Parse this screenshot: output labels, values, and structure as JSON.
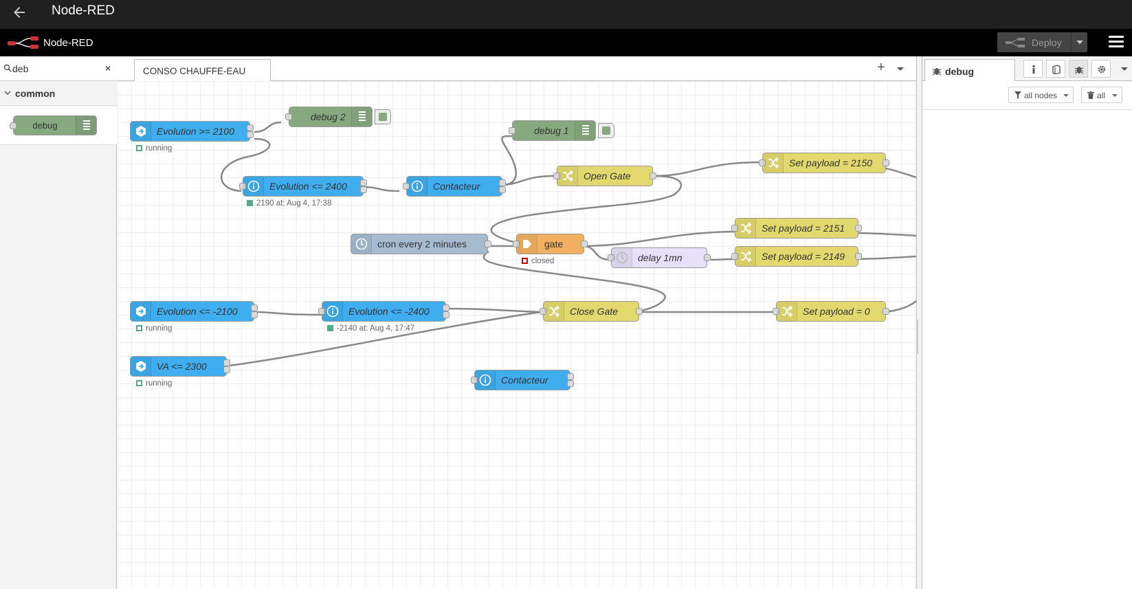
{
  "app": {
    "title": "Node-RED"
  },
  "header": {
    "brand": "Node-RED",
    "deploy_label": "Deploy"
  },
  "palette": {
    "search_value": "deb",
    "clear_label": "×",
    "category": "common",
    "node_label": "debug"
  },
  "workspace": {
    "tab_label": "CONSO CHAUFFE-EAU",
    "add_tab": "+"
  },
  "nodes": {
    "evo_ge_2100": "Evolution >= 2100",
    "evo_ge_2100_status": "running",
    "debug2": "debug 2",
    "debug1": "debug 1",
    "evo_le_2400": "Evolution <= 2400",
    "evo_le_2400_status": "2190 at: Aug 4, 17:38",
    "contacteur1": "Contacteur",
    "open_gate": "Open Gate",
    "set_2150": "Set payload = 2150",
    "cron": "cron every 2 minutes",
    "gate": "gate",
    "gate_status": "closed",
    "set_2151": "Set payload = 2151",
    "delay": "delay 1mn",
    "set_2149": "Set payload = 2149",
    "evo_le_m2100": "Evolution <= -2100",
    "evo_le_m2100_status": "running",
    "evo_le_m2400": "Evolution <= -2400",
    "evo_le_m2400_status": "-2140 at: Aug 4, 17:47",
    "close_gate": "Close Gate",
    "set_0": "Set payload = 0",
    "va_le_2300": "VA <= 2300",
    "va_le_2300_status": "running",
    "contacteur2": "Contacteur"
  },
  "sidebar": {
    "tab_label": "debug",
    "filter_nodes": "all nodes",
    "filter_all": "all"
  }
}
